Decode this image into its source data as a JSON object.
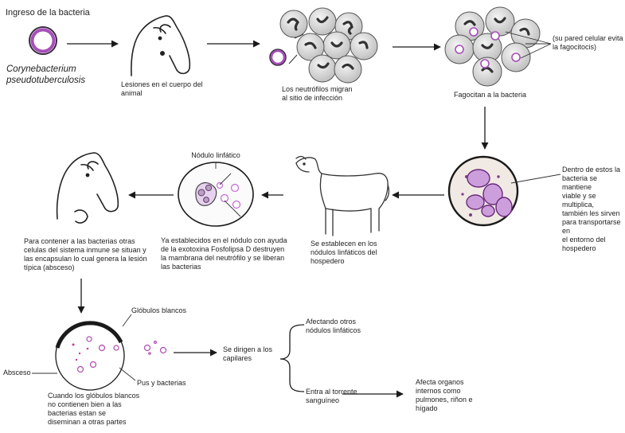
{
  "title": "Ingreso de la bacteria",
  "species": "Corynebacterium\npseudotuberculosis",
  "colors": {
    "bacteria": "#a64fb8",
    "bacteria_fill": "#d9a6e6",
    "arrow": "#1a1a1a",
    "cell": "#d9d9d9"
  },
  "steps": {
    "lesions": "Lesiones en el cuerpo del animal",
    "migrate": "Los neutrófilos migran\nal sitio de infección",
    "phagocytize": "Fagocitan a la bacteria",
    "cell_wall_note": "(su pared celular evita\nla fagocitocis)",
    "survive": "Dentro de estos la\nbacteria se mantiene\nviable y se multiplica,\ntambién les sirven\npara transportarse en\nel entorno del\nhospedero",
    "lymph_settle": "Se establecen en los\nnódulos linfáticos del\nhospedero",
    "lymph_node_label": "Nódulo linfático",
    "destroy": "Ya establecidos en el nódulo con ayuda\nde la exotoxina Fosfolipsa D destruyen\nla mambrana del neutrófilo y se liberan\nlas bacterias",
    "contain": "Para contener a las bacterias otras\ncelulas del sistema inmune se situan y\nlas encapsulan lo cual genera la lesión\ntípica (absceso)",
    "white_cells": "Glóbulos blancos",
    "pus": "Pus y bacterias",
    "abscess": "Absceso",
    "spread": "Cuando los glóbulos blancos\nno contienen bien a las\nbacterias estan se\ndiseminan a otras partes",
    "capillaries": "Se dirigen a los\ncapilares",
    "other_nodes": "Afectando otros\nnódulos linfáticos",
    "bloodstream": "Entra al torrente\nsanguíneo",
    "organs": "Afecta organos\ninternos como\npulmones, riñon e\nhígado"
  }
}
